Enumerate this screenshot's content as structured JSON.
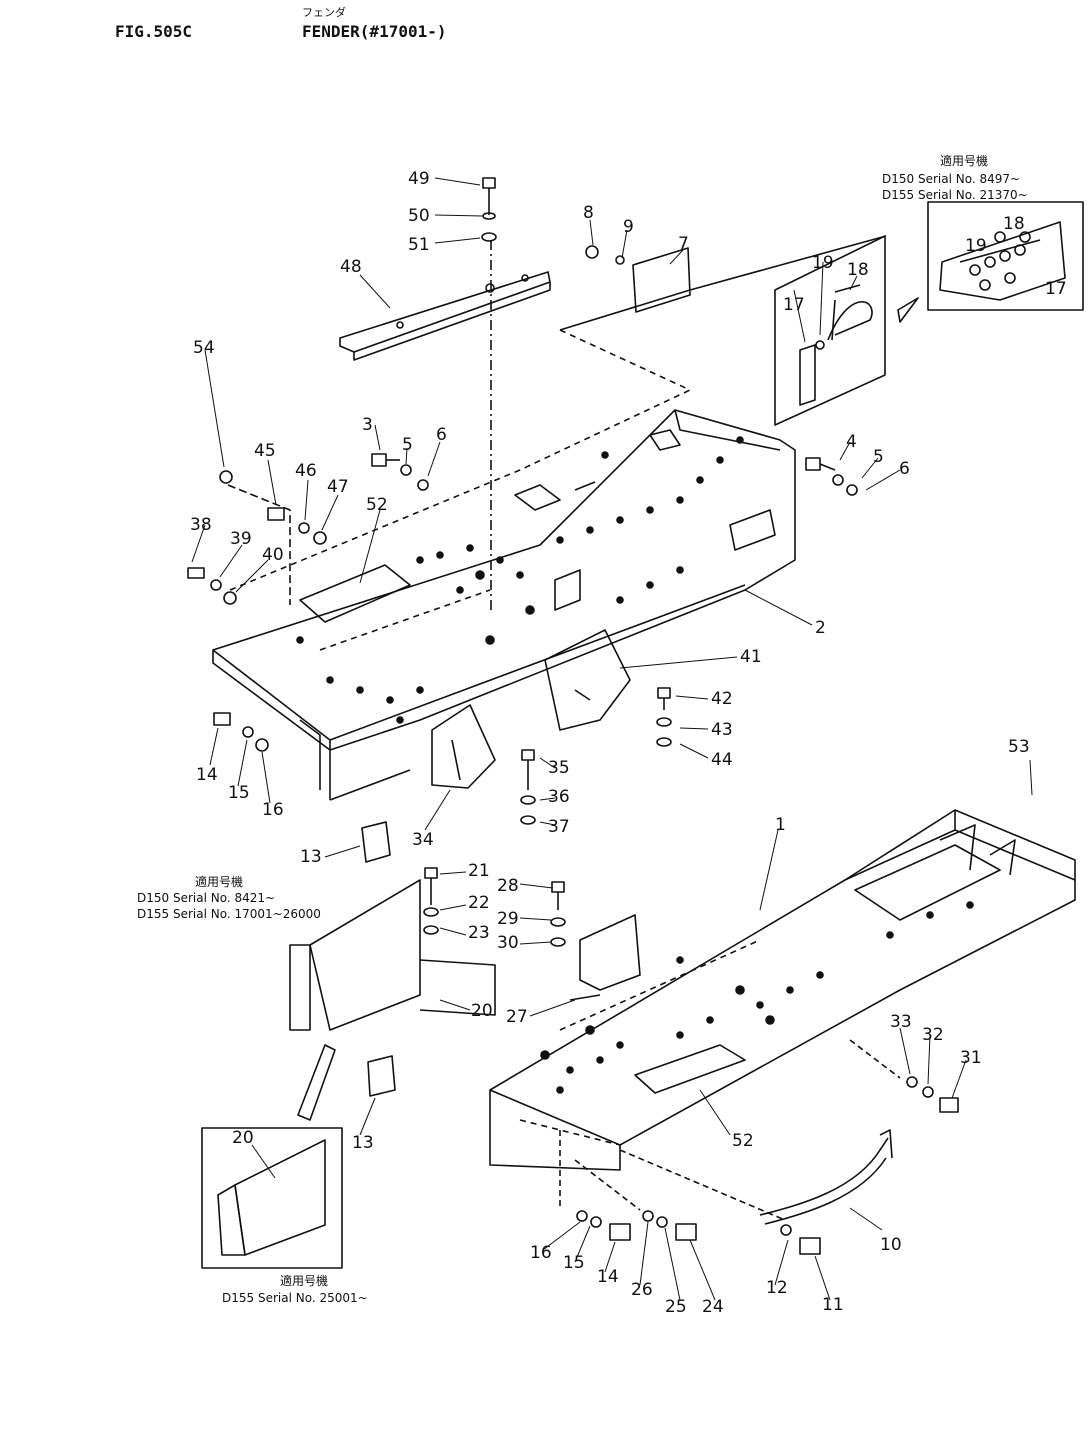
{
  "header": {
    "fig_number": "FIG.505C",
    "title": "FENDER(#17001-)",
    "title_kana": "フェンダ"
  },
  "callouts": [
    "1",
    "2",
    "3",
    "4",
    "5",
    "5",
    "6",
    "6",
    "7",
    "8",
    "9",
    "10",
    "11",
    "12",
    "13",
    "13",
    "14",
    "14",
    "15",
    "15",
    "16",
    "16",
    "17",
    "17",
    "18",
    "18",
    "19",
    "19",
    "20",
    "20",
    "21",
    "22",
    "23",
    "24",
    "25",
    "26",
    "27",
    "28",
    "29",
    "30",
    "31",
    "32",
    "33",
    "34",
    "35",
    "36",
    "37",
    "38",
    "39",
    "40",
    "41",
    "42",
    "43",
    "44",
    "45",
    "46",
    "47",
    "48",
    "49",
    "50",
    "51",
    "52",
    "52",
    "53",
    "54"
  ],
  "notes": {
    "top_right": {
      "heading": "適用号機",
      "line1": "D150  Serial No. 8497~",
      "line2": "D155  Serial No. 21370~"
    },
    "mid_left": {
      "heading": "適用号機",
      "line1": "D150  Serial No. 8421~",
      "line2": "D155  Serial No. 17001~26000"
    },
    "bottom_left": {
      "heading": "適用号機",
      "line1": "D155  Serial No. 25001~"
    }
  }
}
